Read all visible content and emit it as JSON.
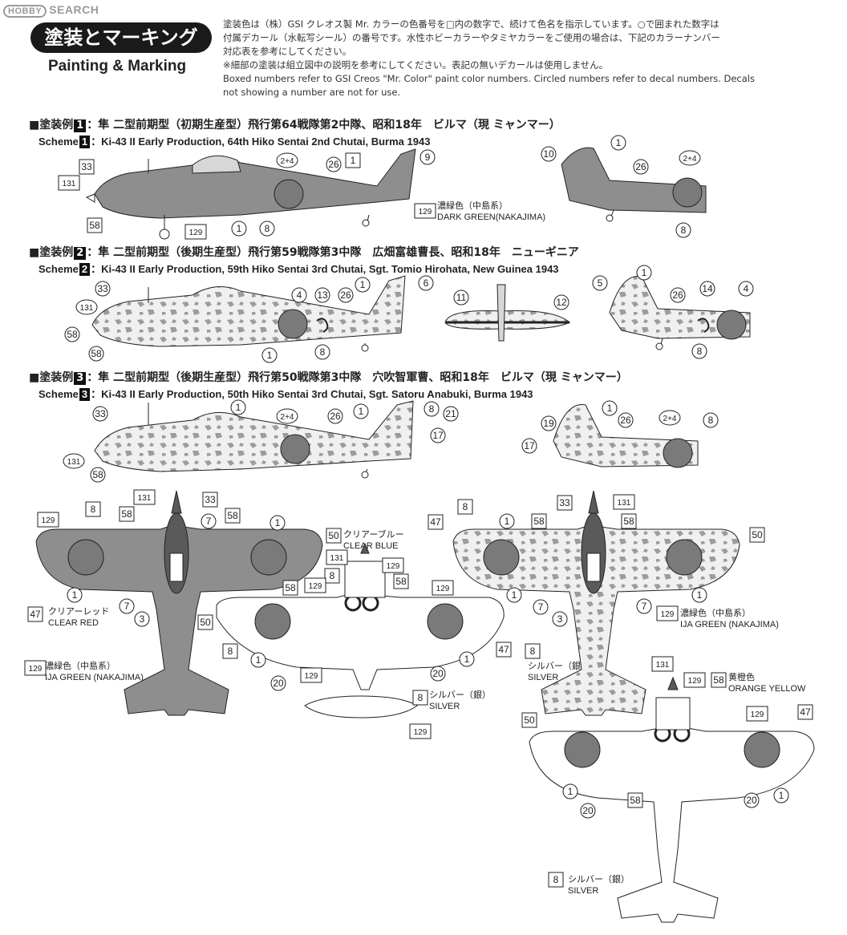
{
  "watermark": {
    "logo": "HOBBY",
    "text": "SEARCH"
  },
  "header": {
    "title_jp": "塗装とマーキング",
    "title_en": "Painting & Marking"
  },
  "notes": {
    "jp1": "塗装色は（株）GSI クレオス製 Mr. カラーの色番号を□内の数字で、続けて色名を指示しています。○で囲まれた数字は",
    "jp2": "付属デカール（水転写シール）の番号です。水性ホビーカラーやタミヤカラーをご使用の場合は、下記のカラーナンバー",
    "jp3": "対応表を参考にしてください。",
    "jp4": "※細部の塗装は組立図中の説明を参考にしてください。表記の無いデカールは使用しません。",
    "en1": "Boxed numbers refer to GSI Creos \"Mr. Color\" paint color numbers. Circled numbers refer to decal numbers. Decals",
    "en2": "not showing a number are not for use."
  },
  "schemes": [
    {
      "prefix": "■塗装例",
      "num": "1",
      "jp": "：隼 二型前期型（初期生産型）飛行第64戦隊第2中隊、昭和18年　ビルマ（現 ミャンマー）",
      "en_prefix": "Scheme",
      "en": "：Ki-43 II Early Production, 64th Hiko Sentai 2nd Chutai, Burma 1943"
    },
    {
      "prefix": "■塗装例",
      "num": "2",
      "jp": "：隼 二型前期型（後期生産型）飛行第59戦隊第3中隊　広畑富雄曹長、昭和18年　ニューギニア",
      "en_prefix": "Scheme",
      "en": "：Ki-43 II Early Production, 59th Hiko Sentai 3rd Chutai, Sgt. Tomio Hirohata, New Guinea 1943"
    },
    {
      "prefix": "■塗装例",
      "num": "3",
      "jp": "：隼 二型前期型（後期生産型）飛行第50戦隊第3中隊　穴吹智軍曹、昭和18年　ビルマ（現 ミャンマー）",
      "en_prefix": "Scheme",
      "en": "：Ki-43 II Early Production, 50th Hiko Sentai 3rd Chutai, Sgt. Satoru Anabuki,  Burma 1943"
    }
  ],
  "color_labels": {
    "dark_green_jp": "濃緑色（中島系）",
    "dark_green_en": "DARK GREEN(NAKAJIMA)",
    "clear_blue_jp": "クリアーブルー",
    "clear_blue_en": "CLEAR BLUE",
    "clear_red_jp": "クリアーレッド",
    "clear_red_en": "CLEAR RED",
    "ija_green_jp": "濃緑色（中島系）",
    "ija_green_en": "IJA GREEN (NAKAJIMA)",
    "silver_jp": "シルバー（銀）",
    "silver_en": "SILVER",
    "orange_jp": "黄橙色",
    "orange_en": "ORANGE YELLOW",
    "ija_green2_jp": "濃緑色（中島系）",
    "ija_green2_en": "IJA GREEN (NAKAJIMA)",
    "silver2_jp": "シルバー（銀）",
    "silver2_en": "SILVER",
    "silver3_jp": "シルバー（銀）",
    "silver3_en": "SILVER",
    "silver4_jp": "シルバー（銀）",
    "silver4_en": "SILVER"
  },
  "callouts": {
    "s1": [
      "33",
      "131",
      "58",
      "129",
      "1",
      "8",
      "2+4",
      "26",
      "1",
      "9",
      "129"
    ],
    "s1r": [
      "10",
      "1",
      "26",
      "2+4",
      "8"
    ],
    "s2": [
      "33",
      "131",
      "58",
      "58",
      "1",
      "4",
      "13",
      "26",
      "1",
      "6",
      "8"
    ],
    "s2m": [
      "11",
      "12"
    ],
    "s2r": [
      "5",
      "1",
      "26",
      "14",
      "4",
      "8"
    ],
    "s3": [
      "33",
      "131",
      "58",
      "1",
      "2+4",
      "26",
      "1",
      "8",
      "21",
      "17"
    ],
    "s3r": [
      "19",
      "1",
      "26",
      "2+4",
      "8",
      "17"
    ],
    "top_left": [
      "131",
      "33",
      "8",
      "58",
      "58",
      "1",
      "7",
      "129",
      "50",
      "47",
      "1",
      "7",
      "3",
      "129"
    ],
    "bottom_center": [
      "131",
      "8",
      "129",
      "58",
      "129",
      "58",
      "129",
      "50",
      "8",
      "1",
      "20",
      "129",
      "20",
      "1",
      "47",
      "8",
      "129"
    ],
    "top_right": [
      "8",
      "47",
      "1",
      "58",
      "33",
      "131",
      "58",
      "50",
      "1",
      "7",
      "3",
      "7",
      "1",
      "129"
    ],
    "bottom_right": [
      "131",
      "129",
      "58",
      "8",
      "50",
      "129",
      "47",
      "1",
      "20",
      "58",
      "20",
      "1",
      "8"
    ]
  },
  "colors": {
    "green": "#8e8e8e",
    "light": "#d7d7d7",
    "mottle": "#9c9c9c",
    "hinomaru": "#7a7a7a",
    "line": "#222222",
    "badge": "#111111"
  }
}
